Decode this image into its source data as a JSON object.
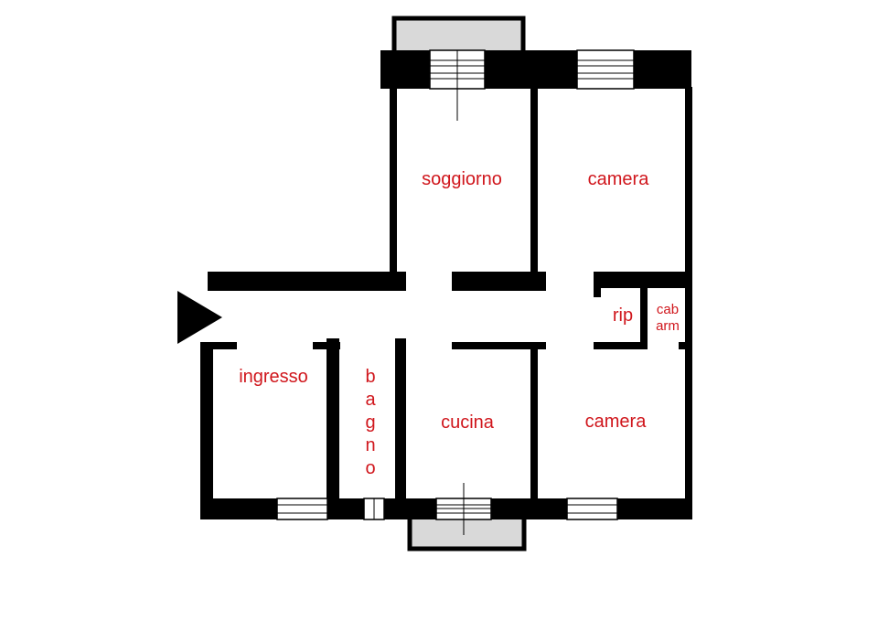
{
  "rooms": {
    "soggiorno": "soggiorno",
    "camera_top": "camera",
    "rip": "rip",
    "cab_line1": "cab",
    "cab_line2": "arm",
    "ingresso": "ingresso",
    "bagno": [
      "b",
      "a",
      "g",
      "n",
      "o"
    ],
    "cucina": "cucina",
    "camera_bottom": "camera"
  },
  "entrance": {
    "icon": "entrance-arrow-icon"
  },
  "colors": {
    "label": "#d0161c",
    "wall": "#000000",
    "balcony": "#d9d9d9"
  }
}
